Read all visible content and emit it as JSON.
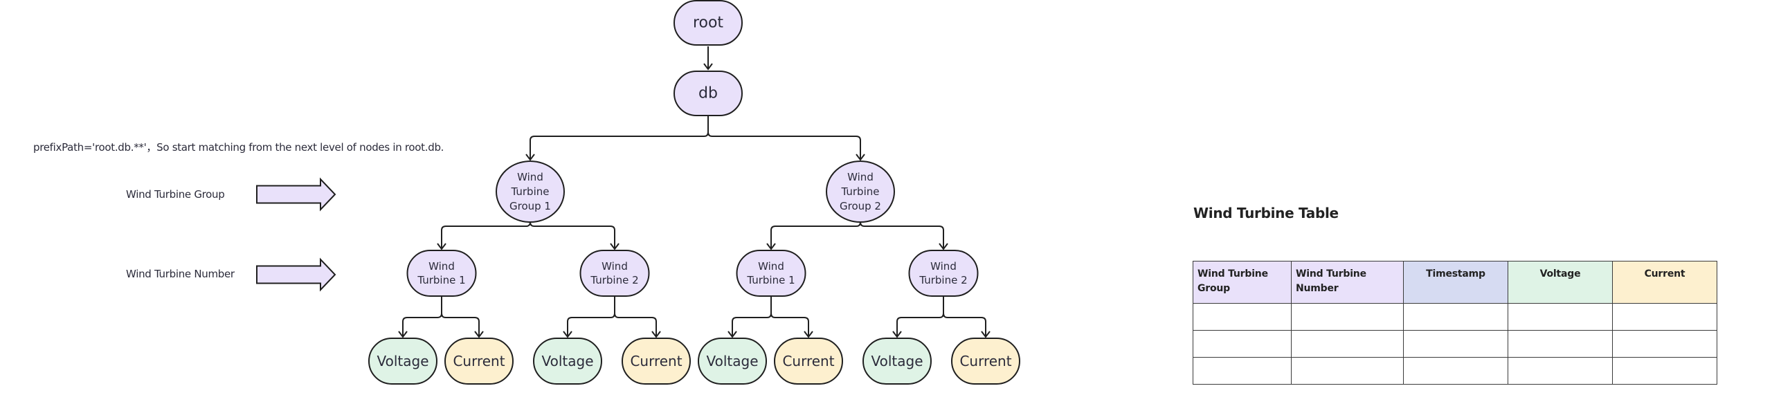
{
  "annotation": {
    "prefix_note": "prefixPath='root.db.**'，So start matching from the next level of nodes in root.db.",
    "level_labels": [
      {
        "label": "Wind Turbine Group"
      },
      {
        "label": "Wind Turbine Number"
      }
    ]
  },
  "colors": {
    "node_purple": "#E9E1FA",
    "node_green": "#DFF3E6",
    "node_yellow": "#FDF0CF",
    "header_purple": "#E9E1FA",
    "header_blue": "#D6DBF2",
    "header_green": "#DFF3E6",
    "header_yellow": "#FDF0CF",
    "stroke": "#1f1f1f"
  },
  "tree": {
    "root": {
      "label": "root"
    },
    "db": {
      "label": "db"
    },
    "groups": [
      {
        "label": [
          "Wind",
          "Turbine",
          "Group 1"
        ],
        "turbines": [
          {
            "label": [
              "Wind",
              "Turbine 1"
            ],
            "measurements": [
              "Voltage",
              "Current"
            ]
          },
          {
            "label": [
              "Wind",
              "Turbine 2"
            ],
            "measurements": [
              "Voltage",
              "Current"
            ]
          }
        ]
      },
      {
        "label": [
          "Wind",
          "Turbine",
          "Group 2"
        ],
        "turbines": [
          {
            "label": [
              "Wind",
              "Turbine 1"
            ],
            "measurements": [
              "Voltage",
              "Current"
            ]
          },
          {
            "label": [
              "Wind",
              "Turbine 2"
            ],
            "measurements": [
              "Voltage",
              "Current"
            ]
          }
        ]
      }
    ]
  },
  "table": {
    "title": "Wind Turbine Table",
    "columns": [
      {
        "label": "Wind Turbine Group",
        "color": "header_purple",
        "align": "left"
      },
      {
        "label": "Wind Turbine Number",
        "color": "header_purple",
        "align": "left"
      },
      {
        "label": "Timestamp",
        "color": "header_blue",
        "align": "center"
      },
      {
        "label": "Voltage",
        "color": "header_green",
        "align": "center"
      },
      {
        "label": "Current",
        "color": "header_yellow",
        "align": "center"
      }
    ],
    "rows": [
      [
        "",
        "",
        "",
        "",
        ""
      ],
      [
        "",
        "",
        "",
        "",
        ""
      ],
      [
        "",
        "",
        "",
        "",
        ""
      ]
    ]
  }
}
